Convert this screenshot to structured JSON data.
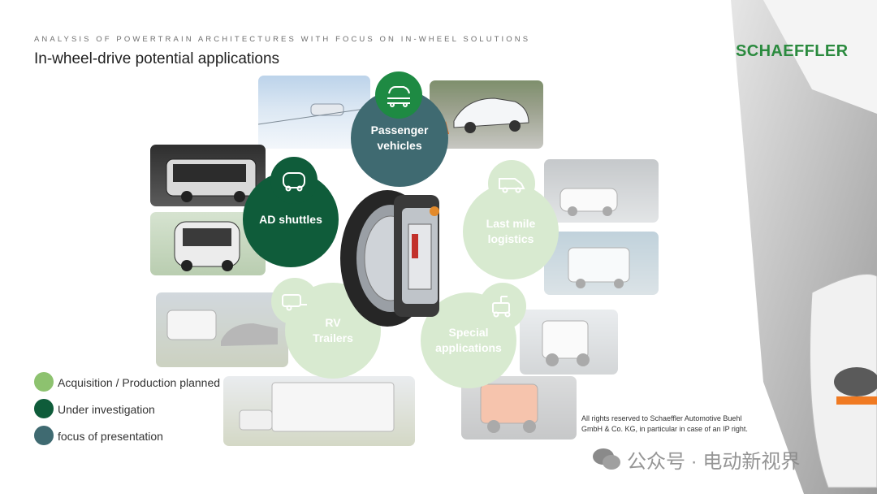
{
  "header": {
    "supertitle": "ANALYSIS OF POWERTRAIN ARCHITECTURES WITH FOCUS ON IN-WHEEL SOLUTIONS",
    "title": "In-wheel-drive potential applications",
    "brand": "SCHAEFFLER"
  },
  "categories": [
    {
      "id": "passenger",
      "label_line1": "Passenger",
      "label_line2": "vehicles",
      "status": "focus of presentation",
      "icon": "car-icon"
    },
    {
      "id": "ad-shuttles",
      "label_line1": "AD shuttles",
      "label_line2": "",
      "status": "Under investigation",
      "icon": "shuttle-icon"
    },
    {
      "id": "last-mile",
      "label_line1": "Last mile",
      "label_line2": "logistics",
      "status": "Acquisition / Production planned",
      "icon": "van-icon"
    },
    {
      "id": "rv-trailers",
      "label_line1": "RV",
      "label_line2": "Trailers",
      "status": "Acquisition / Production planned",
      "icon": "caravan-icon"
    },
    {
      "id": "special",
      "label_line1": "Special",
      "label_line2": "applications",
      "status": "Acquisition / Production planned",
      "icon": "cart-icon"
    }
  ],
  "legend": [
    {
      "label": "Acquisition / Production planned",
      "color": "#8dc26f"
    },
    {
      "label": "Under investigation",
      "color": "#0f5c3a"
    },
    {
      "label": "focus of presentation",
      "color": "#3f6a71"
    }
  ],
  "colors": {
    "focus": "#3f6a71",
    "investigation": "#0f5c3a",
    "icon_green": "#1e8a43",
    "planned_light": "#d8ead0",
    "brand": "#2a8a3e"
  },
  "footer": {
    "rights_line1": "All rights reserved to Schaeffler Automotive Buehl",
    "rights_line2": "GmbH & Co. KG, in particular in case of an IP right.",
    "watermark": "公众号 · 电动新视界"
  }
}
